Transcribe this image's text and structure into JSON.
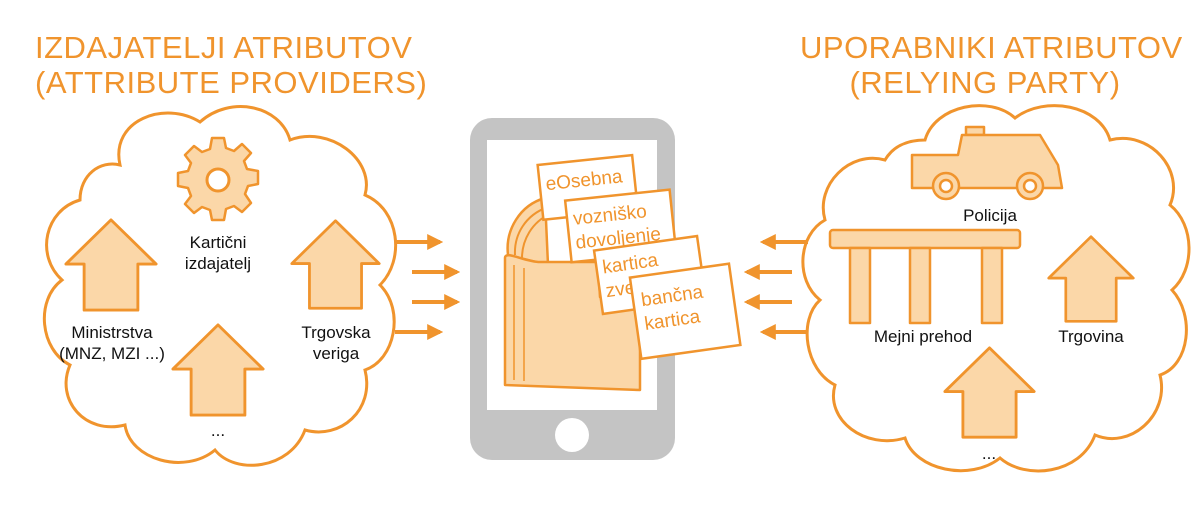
{
  "colors": {
    "accent": "#f0942d",
    "fill": "#fbd7a8",
    "phone": "#c4c4c4",
    "text": "#111111"
  },
  "providers": {
    "title_line1": "IZDAJATELJI ATRIBUTOV",
    "title_line2": "(ATTRIBUTE PROVIDERS)",
    "card_issuer_line1": "Kartični",
    "card_issuer_line2": "izdajatelj",
    "ministries_line1": "Ministrstva",
    "ministries_line2": "(MNZ, MZI ...)",
    "retail_line1": "Trgovska",
    "retail_line2": "veriga",
    "more": "..."
  },
  "relying": {
    "title_line1": "UPORABNIKI ATRIBUTOV",
    "title_line2": "(RELYING PARTY)",
    "police": "Policija",
    "border": "Mejni prehod",
    "shop": "Trgovina",
    "more": "..."
  },
  "wallet": {
    "cards": [
      {
        "line1": "eOsebna",
        "line2": ""
      },
      {
        "line1": "vozniško",
        "line2": "dovoljenje"
      },
      {
        "line1": "kartica",
        "line2": "zvestobe"
      },
      {
        "line1": "bančna",
        "line2": "kartica"
      }
    ]
  },
  "icons": [
    "gear-icon",
    "house-icon",
    "police-car-icon",
    "border-crossing-icon",
    "wallet-icon",
    "smartphone-icon",
    "arrow-right-icon",
    "arrow-left-icon"
  ]
}
